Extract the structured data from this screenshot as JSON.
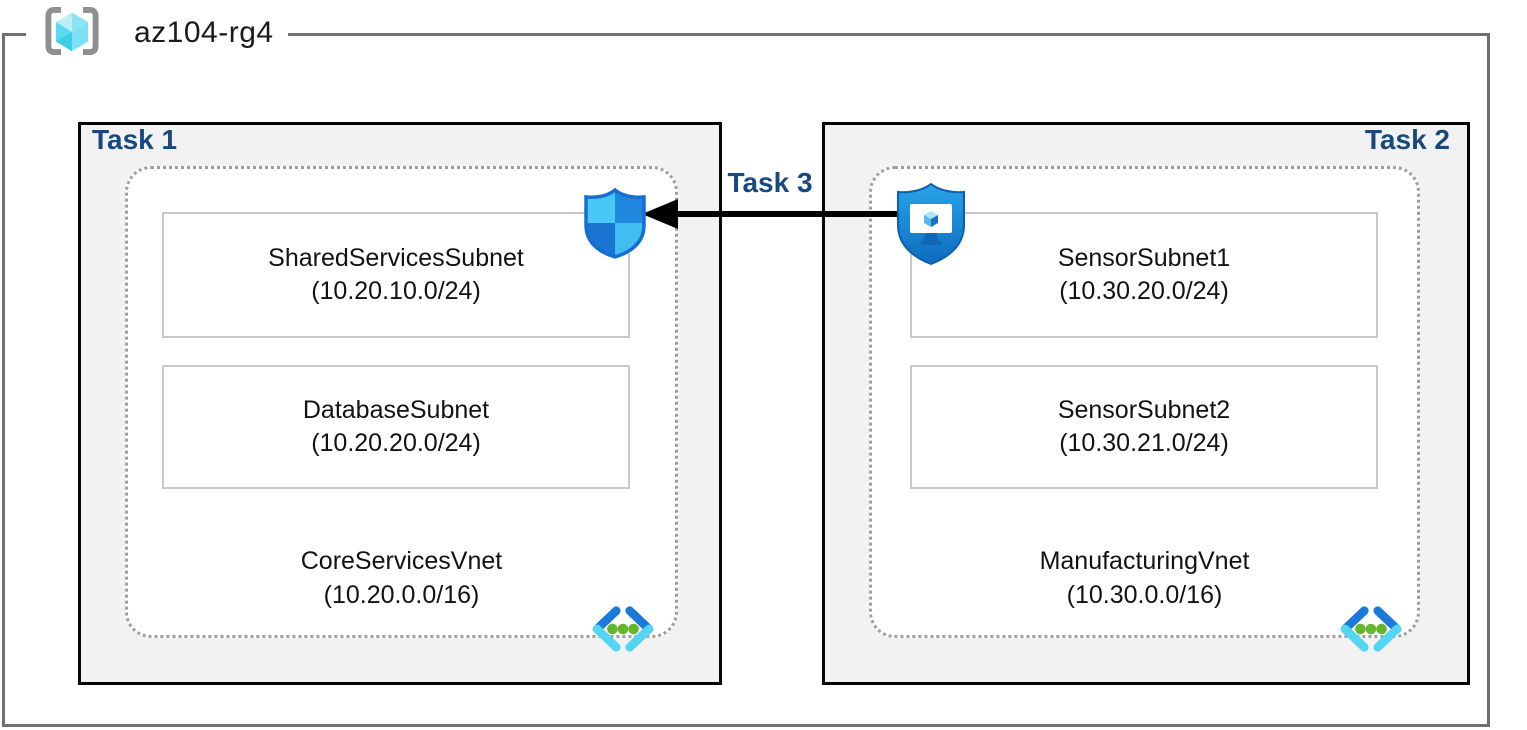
{
  "diagram": {
    "resource_group": {
      "name": "az104-rg4"
    },
    "tasks": {
      "task1": {
        "label": "Task 1"
      },
      "task2": {
        "label": "Task 2"
      },
      "task3": {
        "label": "Task 3"
      }
    },
    "vnets": [
      {
        "name": "CoreServicesVnet",
        "cidr": "(10.20.0.0/16)",
        "subnets": [
          {
            "name": "SharedServicesSubnet",
            "cidr": "(10.20.10.0/24)"
          },
          {
            "name": "DatabaseSubnet",
            "cidr": "(10.20.20.0/24)"
          }
        ]
      },
      {
        "name": "ManufacturingVnet",
        "cidr": "(10.30.0.0/16)",
        "subnets": [
          {
            "name": "SensorSubnet1",
            "cidr": "(10.30.20.0/24)"
          },
          {
            "name": "SensorSubnet2",
            "cidr": "(10.30.21.0/24)"
          }
        ]
      }
    ],
    "icons": {
      "resource_group": "resource-group-icon",
      "security_shield": "security-shield-icon",
      "bastion": "bastion-icon",
      "virtual_network": "virtual-network-icon"
    },
    "colors": {
      "task_label": "#17497E",
      "outer_border": "#707070",
      "task_box_border": "#000000",
      "task_box_fill": "#F2F2F2",
      "vnet_dotted_border": "#9E9E9E",
      "subnet_border": "#C9C9C9",
      "arrow": "#000000",
      "azure_blue": "#1B7AD8",
      "azure_cyan": "#53D6F4",
      "dot_green": "#66B52F"
    }
  }
}
